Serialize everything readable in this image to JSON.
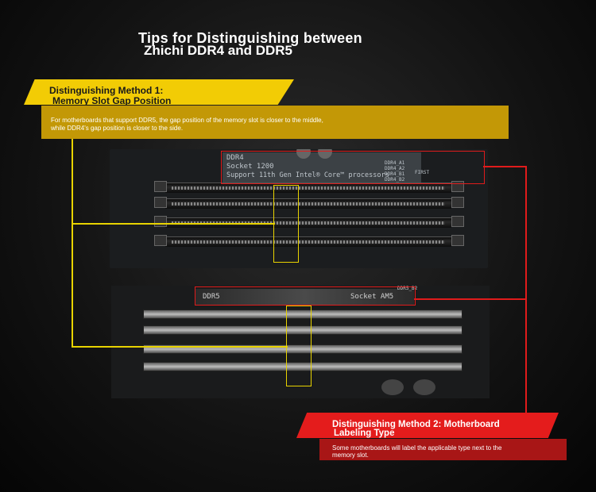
{
  "header": {
    "title_line1": "Tips for Distinguishing between",
    "title_line2": "Zhichi DDR4 and DDR5"
  },
  "method1": {
    "label_line1": "Distinguishing Method 1:",
    "label_line2": "Memory Slot Gap Position",
    "description": "For motherboards that support DDR5, the gap position of the memory slot is closer to the middle, while DDR4's gap position is closer to the side.",
    "color": "#f2cc05"
  },
  "ddr4_board": {
    "line1": "DDR4",
    "line2": "Socket 1200",
    "line3": "Support 11th Gen Intel® Core™ processors",
    "slot_a1": "DDR4_A1",
    "slot_a2": "DDR4_A2",
    "slot_b1": "DDR4_B1",
    "slot_b2": "DDR4_B2",
    "first": "FIRST"
  },
  "ddr5_board": {
    "type_label": "DDR5",
    "socket_label": "Socket AM5",
    "slot_code": "DDR5_B2"
  },
  "method2": {
    "label_line1": "Distinguishing Method 2: Motherboard",
    "label_line2": "Labeling Type",
    "description": "Some motherboards will label the applicable type next to the memory slot.",
    "color": "#e41c1c"
  }
}
